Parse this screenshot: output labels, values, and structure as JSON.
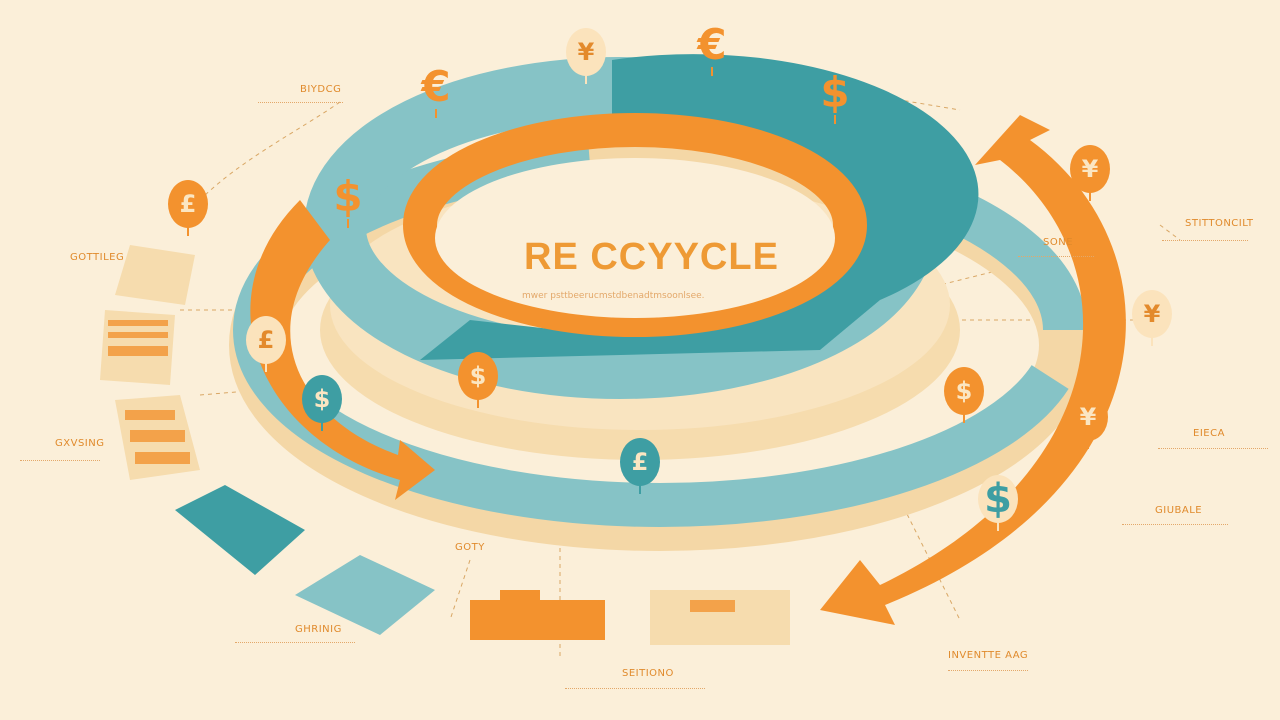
{
  "title": "RE CCYYCLE",
  "subtitle": "mwer psttbeerucmstdbenadtmsoonlsee.",
  "labels": [
    "BIYDCG",
    "GOTTILEG",
    "GXVSING",
    "STITTONCILT",
    "SONE",
    "EIECA",
    "GIUBALE",
    "INVENTTE AAG",
    "SEITIONO",
    "GOTY",
    "GHRINIG"
  ],
  "currency_icons": [
    "$",
    "€",
    "¥",
    "£"
  ],
  "colors": {
    "background": "#fbefd9",
    "orange": "#f3922e",
    "teal": "#3e9ea3",
    "light_teal": "#86c3c6",
    "cream": "#f6dcae"
  }
}
